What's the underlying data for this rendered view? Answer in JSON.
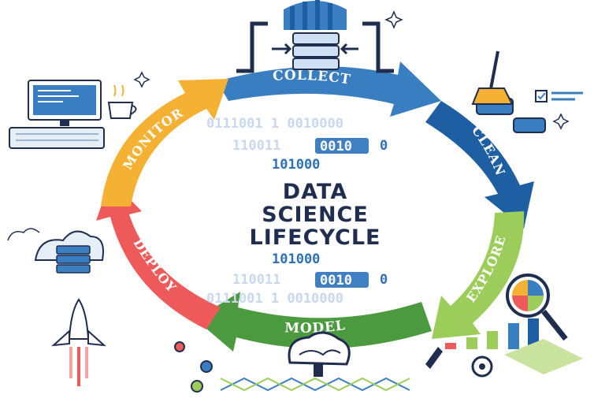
{
  "title": {
    "line1": "DATA",
    "line2": "SCIENCE",
    "line3": "LIFECYCLE"
  },
  "stages": [
    {
      "label": "COLLECT",
      "color": "#3a7ec2"
    },
    {
      "label": "CLEAN",
      "color": "#1e5fa3"
    },
    {
      "label": "EXPLORE",
      "color": "#9ccc5a"
    },
    {
      "label": "MODEL",
      "color": "#4c9a3f"
    },
    {
      "label": "DEPLOY",
      "color": "#ee5a5a"
    },
    {
      "label": "MONITOR",
      "color": "#f5b133"
    }
  ],
  "binary": {
    "top1": "0111001 1 0010000",
    "top2a": "110011",
    "top2box": "0010",
    "top2b": "0",
    "top3": "101000",
    "bot1": "101000",
    "bot2a": "110011",
    "bot2box": "0010",
    "bot2b": "0",
    "bot3": "0111001 1 0010000"
  },
  "icons": [
    "database-collect-icon",
    "cleaning-broom-icon",
    "magnifier-chart-icon",
    "brain-network-icon",
    "rocket-cloud-icon",
    "computer-monitor-icon"
  ]
}
